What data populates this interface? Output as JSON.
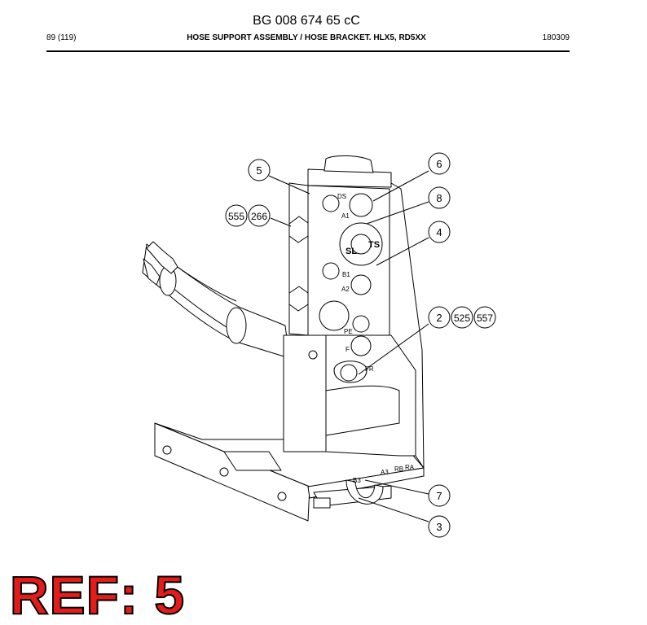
{
  "header": {
    "doc_number": "BG 008 674 65 cC",
    "page_info": "89 (119)",
    "title": "HOSE SUPPORT ASSEMBLY / HOSE BRACKET. HLX5, RD5XX",
    "date_code": "180309"
  },
  "callouts": {
    "c5": "5",
    "c6": "6",
    "c8": "8",
    "c4": "4",
    "c555": "555",
    "c266": "266",
    "c2": "2",
    "c525": "525",
    "c557": "557",
    "c7": "7",
    "c3": "3"
  },
  "part_marks": {
    "ds": "DS",
    "a1": "A1",
    "b1": "B1",
    "a2": "A2",
    "pe": "PE",
    "f": "F",
    "fr": "FR",
    "sl": "SL",
    "ts": "TS",
    "b3": "B3",
    "a3": "A3",
    "rb": "RB",
    "ra": "RA"
  },
  "ref_label": "REF: 5"
}
